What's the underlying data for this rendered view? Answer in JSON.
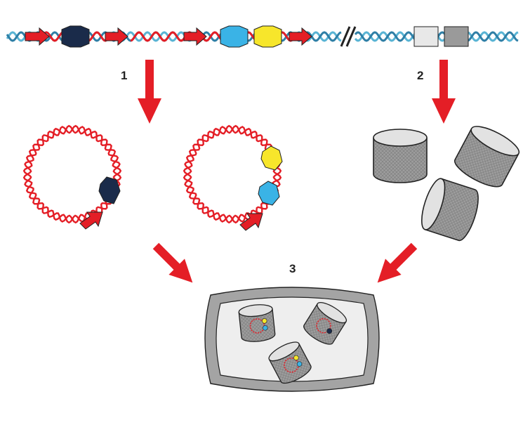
{
  "step_labels": {
    "step1": "1",
    "step2": "2",
    "step3": "3"
  },
  "colors": {
    "dna_red": "#e41e26",
    "dna_blue": "#59b4d4",
    "navy_gene": "#1a2b4a",
    "cyan_gene": "#3ab3e6",
    "yellow_gene": "#f7e62b",
    "shell_light": "#e8e8e8",
    "shell_dark": "#9a9a9a",
    "tray_border": "#a4a4a4",
    "tray_fill": "#eeeeee",
    "outline": "#222222"
  },
  "icons": [
    "dna-double-helix",
    "promoter-arrow-icon",
    "gene-hexagon-icon",
    "plasmid-circle-icon",
    "shell-protein-square-icon",
    "microcompartment-cylinder-icon",
    "process-arrow-icon",
    "cell-tray-icon"
  ]
}
